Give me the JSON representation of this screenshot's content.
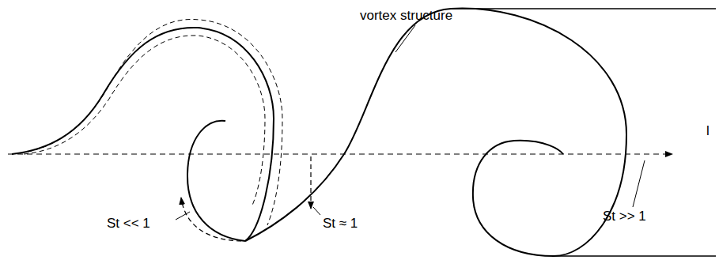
{
  "diagram": {
    "labels": [
      "vortex structure",
      "St << 1",
      "St ≈ 1",
      "St >> 1",
      "l"
    ]
  }
}
